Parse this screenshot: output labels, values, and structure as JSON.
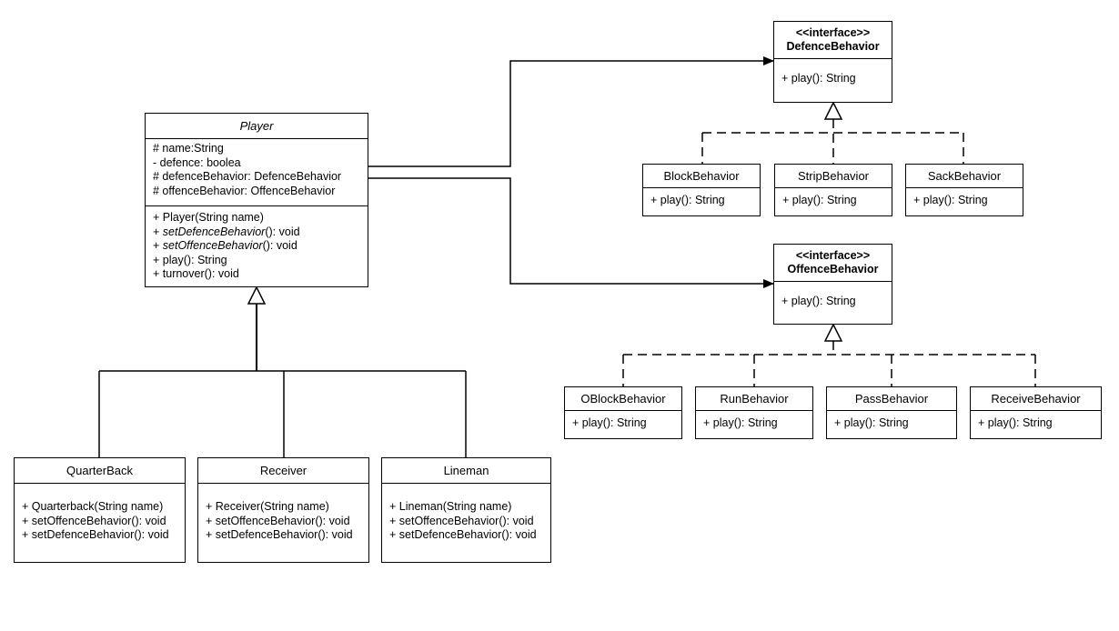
{
  "player": {
    "name": "Player",
    "attributes": [
      "# name:String",
      "- defence: boolea",
      "# defenceBehavior: DefenceBehavior",
      "# offenceBehavior: OffenceBehavior"
    ],
    "ops": [
      {
        "pre": "+ Player(String name)",
        "it": "",
        "post": ""
      },
      {
        "pre": "+ ",
        "it": "setDefenceBehavior",
        "post": "(): void"
      },
      {
        "pre": "+ ",
        "it": "setOffenceBehavior",
        "post": "(): void"
      },
      {
        "pre": "+ play(): String",
        "it": "",
        "post": ""
      },
      {
        "pre": "+ turnover(): void",
        "it": "",
        "post": ""
      }
    ]
  },
  "quarterback": {
    "name": "QuarterBack",
    "ops": [
      "+ Quarterback(String name)",
      "+ setOffenceBehavior(): void",
      "+ setDefenceBehavior(): void"
    ]
  },
  "receiver": {
    "name": "Receiver",
    "ops": [
      "+ Receiver(String name)",
      "+ setOffenceBehavior(): void",
      "+ setDefenceBehavior(): void"
    ]
  },
  "lineman": {
    "name": "Lineman",
    "ops": [
      "+ Lineman(String name)",
      "+ setOffenceBehavior(): void",
      "+ setDefenceBehavior(): void"
    ]
  },
  "defence_iface": {
    "stereotype": "<<interface>>",
    "name": "DefenceBehavior",
    "op": "+ play(): String"
  },
  "offence_iface": {
    "stereotype": "<<interface>>",
    "name": "OffenceBehavior",
    "op": "+ play(): String"
  },
  "block": {
    "name": "BlockBehavior",
    "op": "+ play(): String"
  },
  "strip": {
    "name": "StripBehavior",
    "op": "+ play(): String"
  },
  "sack": {
    "name": "SackBehavior",
    "op": "+ play(): String"
  },
  "oblock": {
    "name": "OBlockBehavior",
    "op": "+ play(): String"
  },
  "run": {
    "name": "RunBehavior",
    "op": "+ play(): String"
  },
  "pass": {
    "name": "PassBehavior",
    "op": "+ play(): String"
  },
  "receive": {
    "name": "ReceiveBehavior",
    "op": "+ play(): String"
  }
}
